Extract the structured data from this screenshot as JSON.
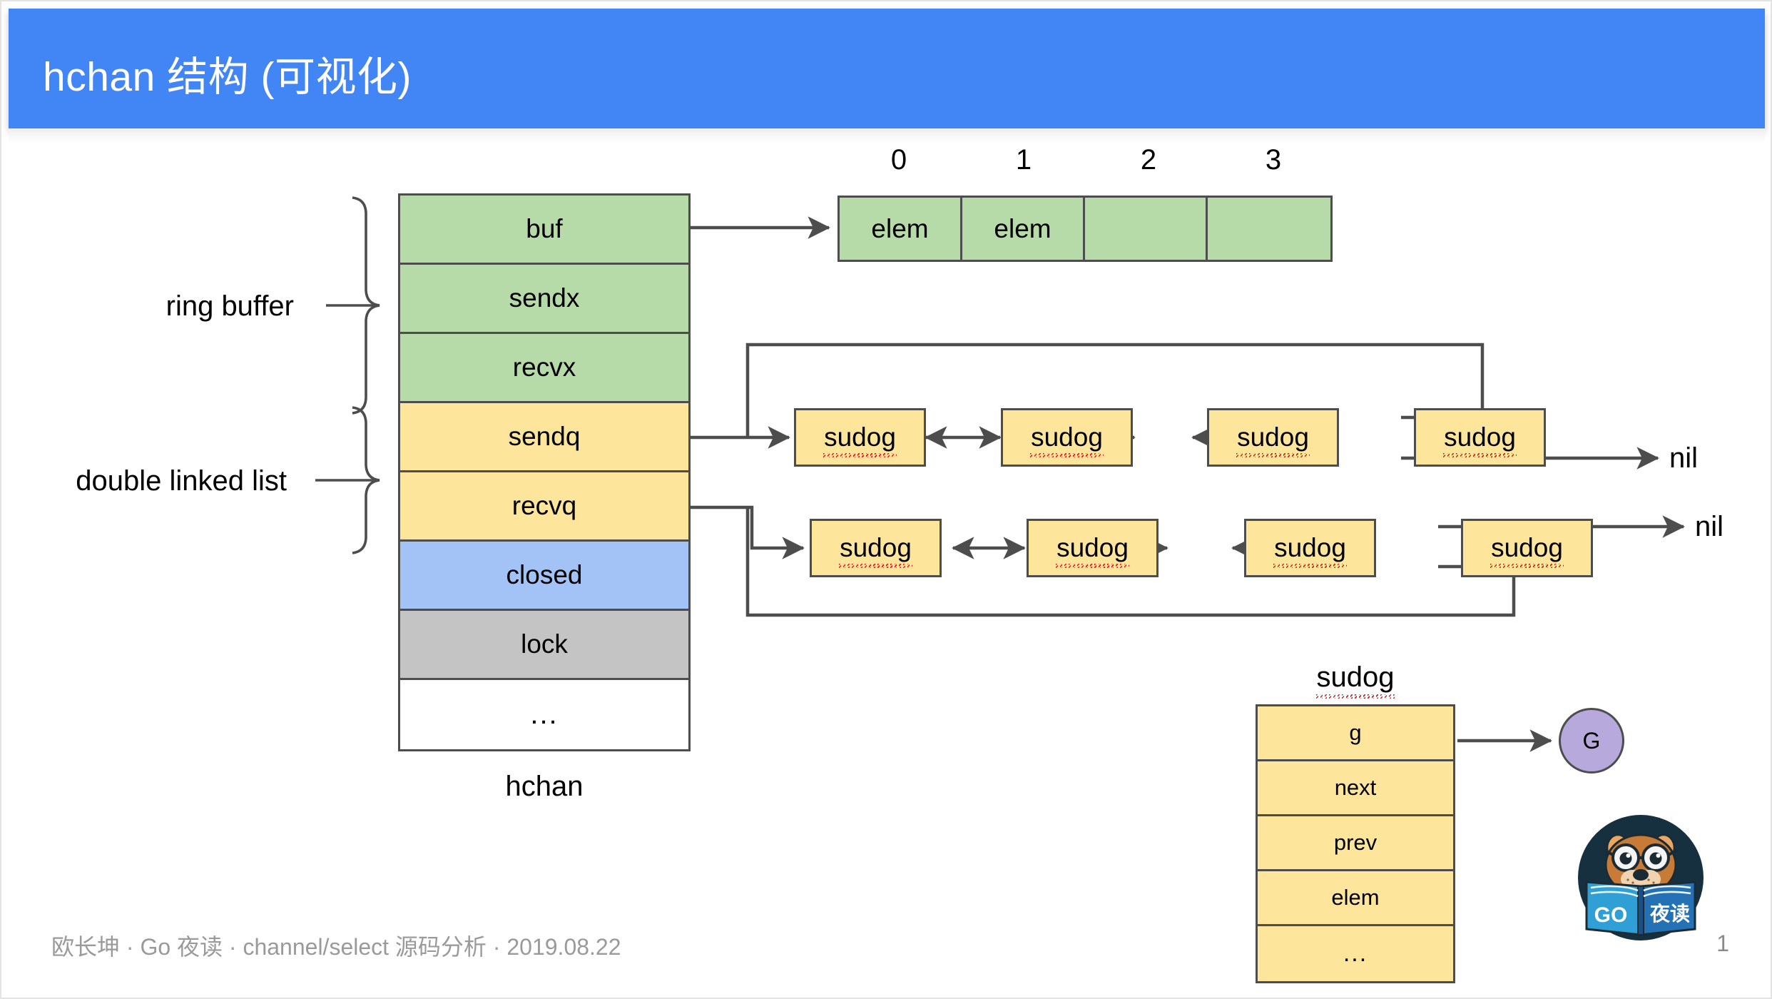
{
  "header": {
    "title": "hchan 结构 (可视化)",
    "background_color": "#4285f4",
    "text_color": "#ffffff"
  },
  "labels": {
    "ring_buffer": "ring buffer",
    "double_linked_list": "double linked list",
    "hchan_caption": "hchan",
    "sudog_detail_title": "sudog",
    "nil_top": "nil",
    "nil_bottom": "nil",
    "goroutine": "G"
  },
  "hchan": {
    "fields": [
      {
        "name": "buf",
        "color": "#b6daa8",
        "group": "ring-buffer"
      },
      {
        "name": "sendx",
        "color": "#b6daa8",
        "group": "ring-buffer"
      },
      {
        "name": "recvx",
        "color": "#b6daa8",
        "group": "ring-buffer"
      },
      {
        "name": "sendq",
        "color": "#fde59b",
        "group": "double-linked-list"
      },
      {
        "name": "recvq",
        "color": "#fde59b",
        "group": "double-linked-list"
      },
      {
        "name": "closed",
        "color": "#a3c2f5",
        "group": "flag"
      },
      {
        "name": "lock",
        "color": "#c4c4c4",
        "group": "mutex"
      },
      {
        "name": "...",
        "color": "#ffffff",
        "group": "other"
      }
    ]
  },
  "ring_buffer": {
    "indices": [
      "0",
      "1",
      "2",
      "3"
    ],
    "cells": [
      "elem",
      "elem",
      "",
      ""
    ],
    "cell_color": "#b6daa8"
  },
  "sendq": {
    "label": "sendq",
    "nodes": [
      "sudog",
      "sudog",
      "sudog",
      "sudog"
    ],
    "tail_target": "nil",
    "node_color": "#fde59b"
  },
  "recvq": {
    "label": "recvq",
    "nodes": [
      "sudog",
      "sudog",
      "sudog",
      "sudog"
    ],
    "tail_target": "nil",
    "node_color": "#fde59b"
  },
  "sudog_detail": {
    "title": "sudog",
    "fields": [
      "g",
      "next",
      "prev",
      "elem",
      "..."
    ],
    "color": "#fde59b",
    "goroutine_label": "G",
    "goroutine_color": "#b7a9dc"
  },
  "footer": {
    "credit": "欧长坤 · Go 夜读 · channel/select 源码分析 · 2019.08.22",
    "page_number": "1",
    "text_color": "#9a9a9a"
  },
  "logo": {
    "name": "go-night-reading-logo",
    "book_text_left": "GO",
    "book_text_right": "夜读",
    "circle_color": "#16303f"
  }
}
